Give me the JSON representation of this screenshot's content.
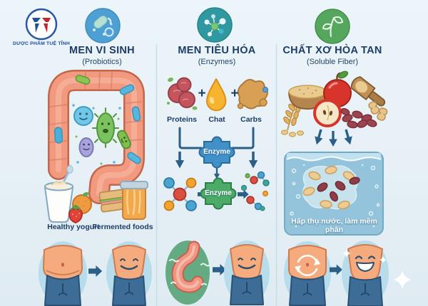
{
  "brand": {
    "name": "DƯỢC PHẨM TUỆ TĨNH"
  },
  "columns": [
    {
      "title": "MEN VI SINH",
      "subtitle": "(Probiotics)",
      "icon": "bacteria-icon",
      "food_labels": [
        "Healthy yogurt",
        "Fermented foods"
      ]
    },
    {
      "title": "MEN TIÊU HÓA",
      "subtitle": "(Enzymes)",
      "icon": "molecule-icon",
      "nutrients": [
        "Proteins",
        "Chat",
        "Carbs"
      ],
      "plus_sign": "+",
      "enzyme_label": "Enzyme"
    },
    {
      "title": "CHẤT XƠ HÒA TAN",
      "subtitle": "(Soluble Fiber)",
      "icon": "leaf-icon",
      "caption": "Hấp thụ nước, làm mềm phân"
    }
  ],
  "colors": {
    "background": "#e6f0f6",
    "heading": "#1d3c66",
    "probiotics_accent": "#4e9fd4",
    "enzymes_accent": "#2f98a0",
    "fiber_accent": "#56a75e",
    "arrow": "#2b5f88",
    "intestine": "#f19a80",
    "water_box": "#93c4db"
  }
}
